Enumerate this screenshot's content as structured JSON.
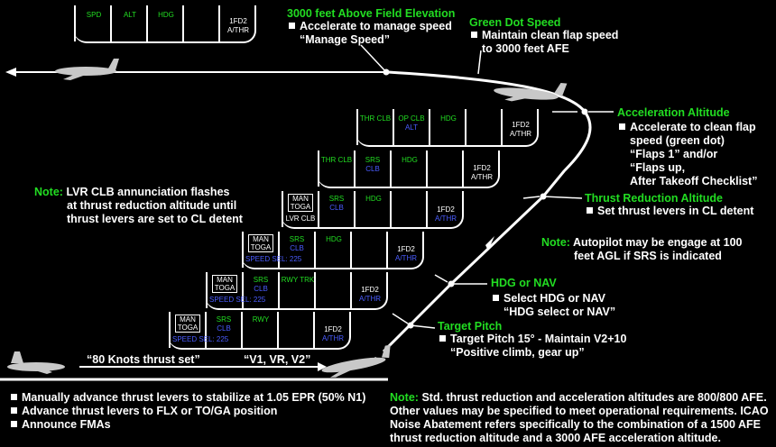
{
  "fma_boxes": [
    {
      "c1": "",
      "c2": "SPD",
      "c3": "ALT",
      "c4": "HDG",
      "c5": "",
      "c6a": "1FD2",
      "c6b": "A/THR"
    },
    {
      "c2a": "THR CLB",
      "c3a": "OP CLB",
      "c3b": "ALT",
      "c4": "HDG",
      "c6a": "1FD2",
      "c6b": "A/THR"
    },
    {
      "c2a": "THR CLB",
      "c3a": "SRS",
      "c3b": "CLB",
      "c4": "HDG",
      "c6a": "1FD2",
      "c6b": "A/THR"
    },
    {
      "c1a": "MAN",
      "c1b": "TOGA",
      "c1c": "LVR CLB",
      "c3a": "SRS",
      "c3b": "CLB",
      "c4": "HDG",
      "c6a": "1FD2",
      "c6b": "A/THR"
    },
    {
      "c1a": "MAN",
      "c1b": "TOGA",
      "c2a": "SRS",
      "c2b": "CLB",
      "c2c": "SPEED SEL: 225",
      "c3": "HDG",
      "c6a": "1FD2",
      "c6b": "A/THR"
    },
    {
      "c1a": "MAN",
      "c1b": "TOGA",
      "c2a": "SRS",
      "c2b": "CLB",
      "c2c": "SPEED SEL: 225",
      "c3": "RWY TRK",
      "c6a": "1FD2",
      "c6b": "A/THR"
    },
    {
      "c1a": "MAN",
      "c1b": "TOGA",
      "c2a": "SRS",
      "c2b": "CLB",
      "c2c": "SPEED SEL: 225",
      "c3": "RWY",
      "c6a": "1FD2",
      "c6b": "A/THR"
    }
  ],
  "labels": {
    "afe_title": "3000 feet Above Field Elevation",
    "afe_b1": "Accelerate to manage speed",
    "afe_b2": "“Manage Speed”",
    "gds_title": "Green Dot Speed",
    "gds_b1": "Maintain clean flap speed",
    "gds_b2": "to 3000 feet AFE",
    "acc_title": "Acceleration Altitude",
    "acc_b1": "Accelerate to clean flap",
    "acc_b2": "speed (green dot)",
    "acc_b3": "“Flaps 1” and/or",
    "acc_b4": "“Flaps up,",
    "acc_b5": "After Takeoff Checklist”",
    "thr_title": "Thrust Reduction Altitude",
    "thr_b1": "Set thrust  levers in CL detent",
    "note_lvr_label": "Note:",
    "note_lvr_1": "LVR CLB annunciation flashes",
    "note_lvr_2": "at thrust reduction altitude until",
    "note_lvr_3": "thrust levers are set to CL detent",
    "note_ap_label": "Note:",
    "note_ap_1": "Autopilot may be engage at 100",
    "note_ap_2": "feet AGL if SRS is indicated",
    "hdg_title": "HDG or NAV",
    "hdg_b1": "Select HDG or NAV",
    "hdg_b2": "“HDG select or NAV”",
    "tp_title": "Target Pitch",
    "tp_b1": "Target Pitch 15° - Maintain V2+10",
    "tp_b2": "“Positive climb, gear up”",
    "knots": "“80 Knots thrust set”",
    "v_speeds": "“V1, VR, V2”",
    "bottom_b1": "Manually advance thrust levers to stabilize at 1.05 EPR (50% N1)",
    "bottom_b2": "Advance thrust levers to FLX or TO/GA position",
    "bottom_b3": "Announce FMAs",
    "note_std_label": "Note:",
    "note_std_1": "Std. thrust reduction and acceleration altitudes are 800/800 AFE.",
    "note_std_2": "Other values may be specified to meet operational requirements. ICAO",
    "note_std_3": "Noise Abatement refers specifically to the combination of a 1500 AFE",
    "note_std_4": "thrust reduction altitude and a 3000 AFE acceleration altitude."
  }
}
